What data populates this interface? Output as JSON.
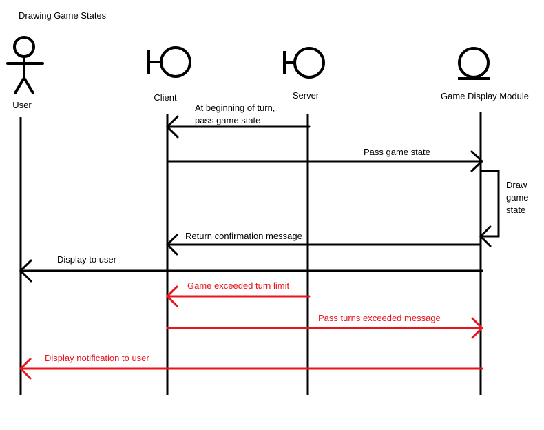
{
  "title": "Drawing Game States",
  "colors": {
    "line": "#000000",
    "alert": "#e8141c"
  },
  "participants": {
    "user": {
      "name": "User",
      "kind": "actor"
    },
    "client": {
      "name": "Client",
      "kind": "boundary"
    },
    "server": {
      "name": "Server",
      "kind": "boundary"
    },
    "gdm": {
      "name": "Game Display Module",
      "kind": "entity"
    }
  },
  "messages": {
    "m1": {
      "from": "Server",
      "to": "Client",
      "lines": [
        "At beginning of turn,",
        "pass game state"
      ],
      "color": "black"
    },
    "m2": {
      "from": "Client",
      "to": "Game Display Module",
      "label": "Pass game state",
      "color": "black"
    },
    "m3": {
      "from": "Game Display Module",
      "to": "Game Display Module",
      "lines": [
        "Draw",
        "game",
        "state"
      ],
      "color": "black"
    },
    "m4": {
      "from": "Game Display Module",
      "to": "Client",
      "label": "Return confirmation message",
      "color": "black"
    },
    "m5": {
      "from": "Game Display Module",
      "to": "User",
      "label": "Display to user",
      "color": "black"
    },
    "m6": {
      "from": "Server",
      "to": "Client",
      "label": "Game exceeded turn limit",
      "color": "red"
    },
    "m7": {
      "from": "Client",
      "to": "Game Display Module",
      "label": "Pass turns exceeded message",
      "color": "red"
    },
    "m8": {
      "from": "Game Display Module",
      "to": "User",
      "label": "Display notification to user",
      "color": "red"
    }
  }
}
